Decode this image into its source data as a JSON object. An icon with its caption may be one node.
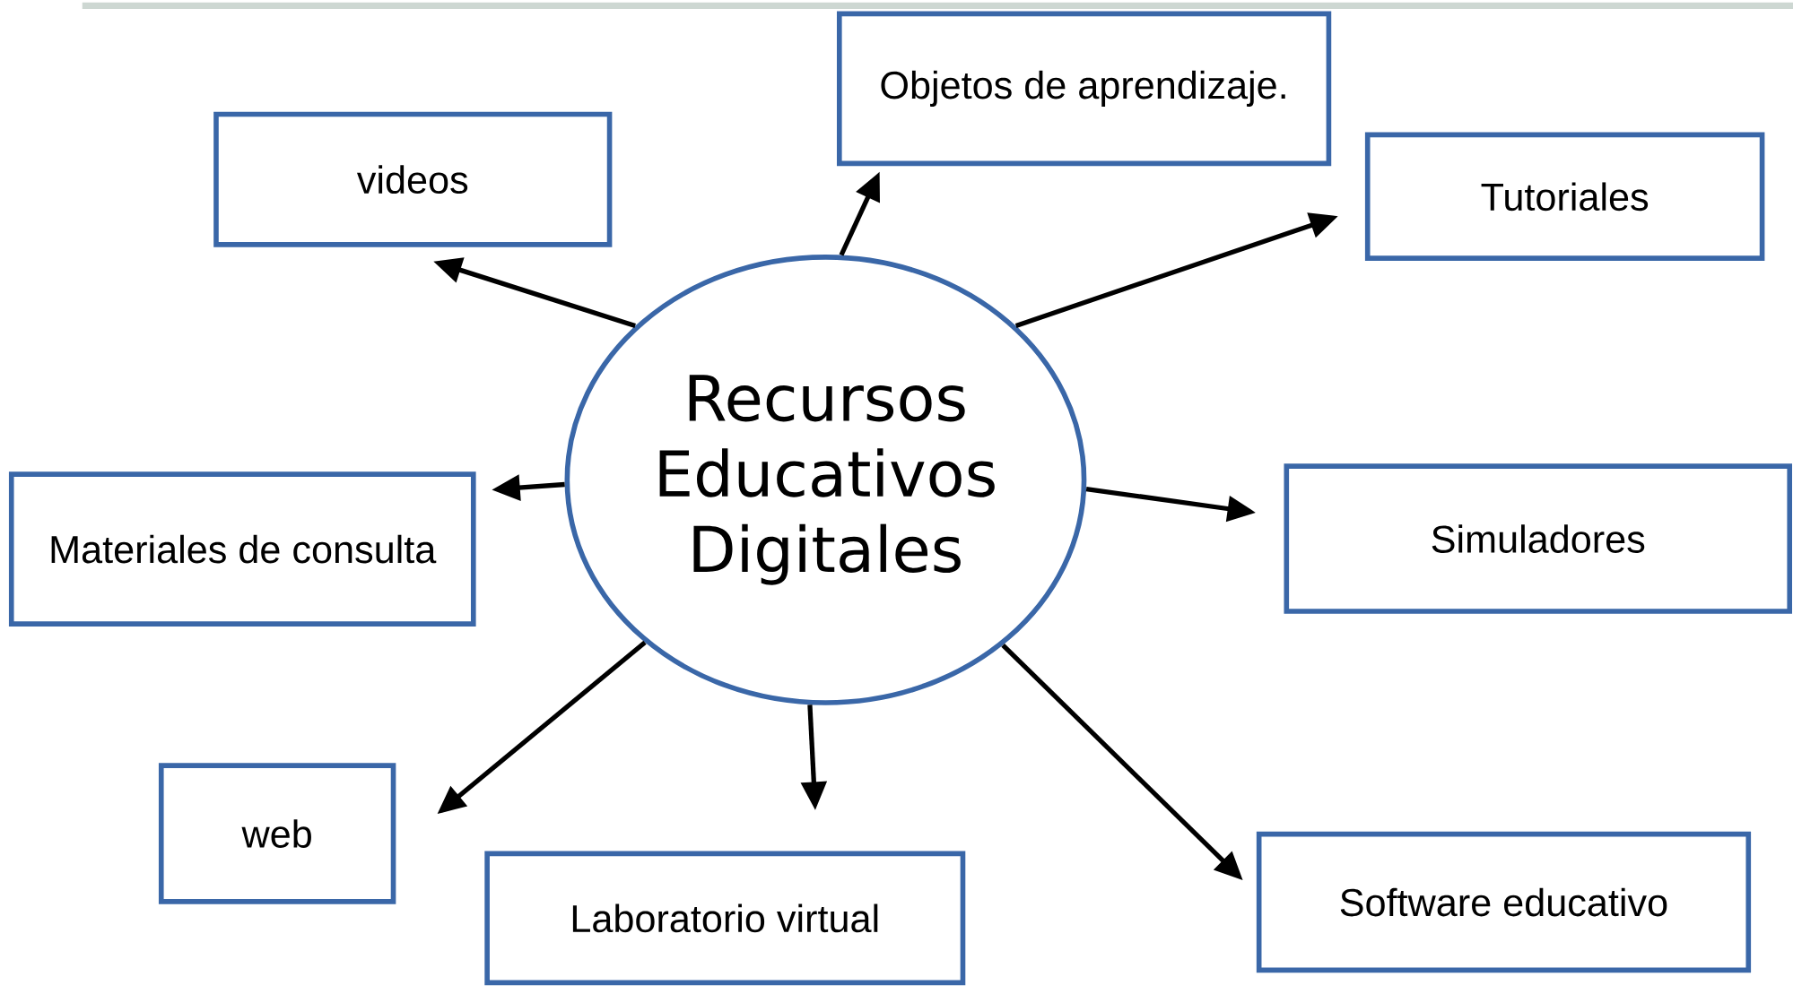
{
  "diagram": {
    "nodes": [
      {
        "text": [
          "Recursos Educativos Digitales"
        ]
      },
      {
        "text": [
          "Objetos de aprendizaje."
        ]
      },
      {
        "text": [
          "videos"
        ]
      },
      {
        "text": [
          "Tutoriales"
        ]
      },
      {
        "text": [
          "Materiales de consulta"
        ]
      },
      {
        "text": [
          "Simuladores"
        ]
      },
      {
        "text": [
          "web"
        ]
      },
      {
        "text": [
          "Laboratorio virtual"
        ]
      },
      {
        "text": [
          "Software educativo"
        ]
      }
    ],
    "edges": [
      {
        "from": 0,
        "to": 1,
        "arrow": "to"
      },
      {
        "from": 0,
        "to": 2,
        "arrow": "to"
      },
      {
        "from": 0,
        "to": 3,
        "arrow": "to"
      },
      {
        "from": 0,
        "to": 4,
        "arrow": "to"
      },
      {
        "from": 0,
        "to": 5,
        "arrow": "to"
      },
      {
        "from": 0,
        "to": 6,
        "arrow": "to"
      },
      {
        "from": 0,
        "to": 7,
        "arrow": "to"
      },
      {
        "from": 0,
        "to": 8,
        "arrow": "to"
      }
    ]
  }
}
